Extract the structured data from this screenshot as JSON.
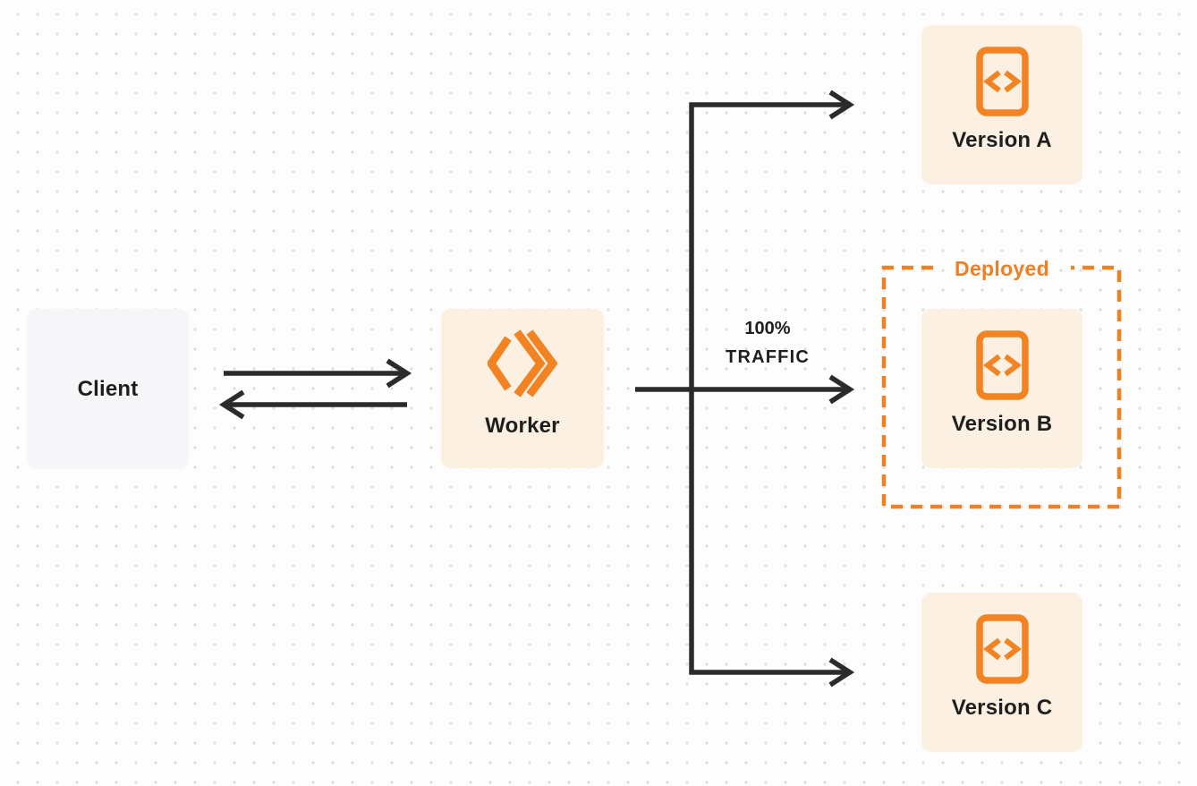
{
  "diagram": {
    "title": "worker-version-traffic-routing",
    "nodes": {
      "client": {
        "label": "Client"
      },
      "worker": {
        "label": "Worker"
      },
      "versions": [
        {
          "id": "a",
          "label": "Version A",
          "deployed": false
        },
        {
          "id": "b",
          "label": "Version B",
          "deployed": true
        },
        {
          "id": "c",
          "label": "Version C",
          "deployed": false
        }
      ]
    },
    "annotations": {
      "deployed_label": "Deployed",
      "traffic_line1": "100%",
      "traffic_line2": "TRAFFIC"
    },
    "icons": {
      "worker": "cloudflare-workers-logo-icon",
      "version": "code-file-icon"
    },
    "colors": {
      "orange_accent": "#ef8122",
      "cream_box_bg": "#fbf0e1",
      "gray_box_bg": "#f6f6f8",
      "line_dark": "#2b2b2b",
      "text_dark": "#1e1e1e",
      "dot_grid": "#dedede",
      "page_bg": "#fdfdfd"
    }
  }
}
